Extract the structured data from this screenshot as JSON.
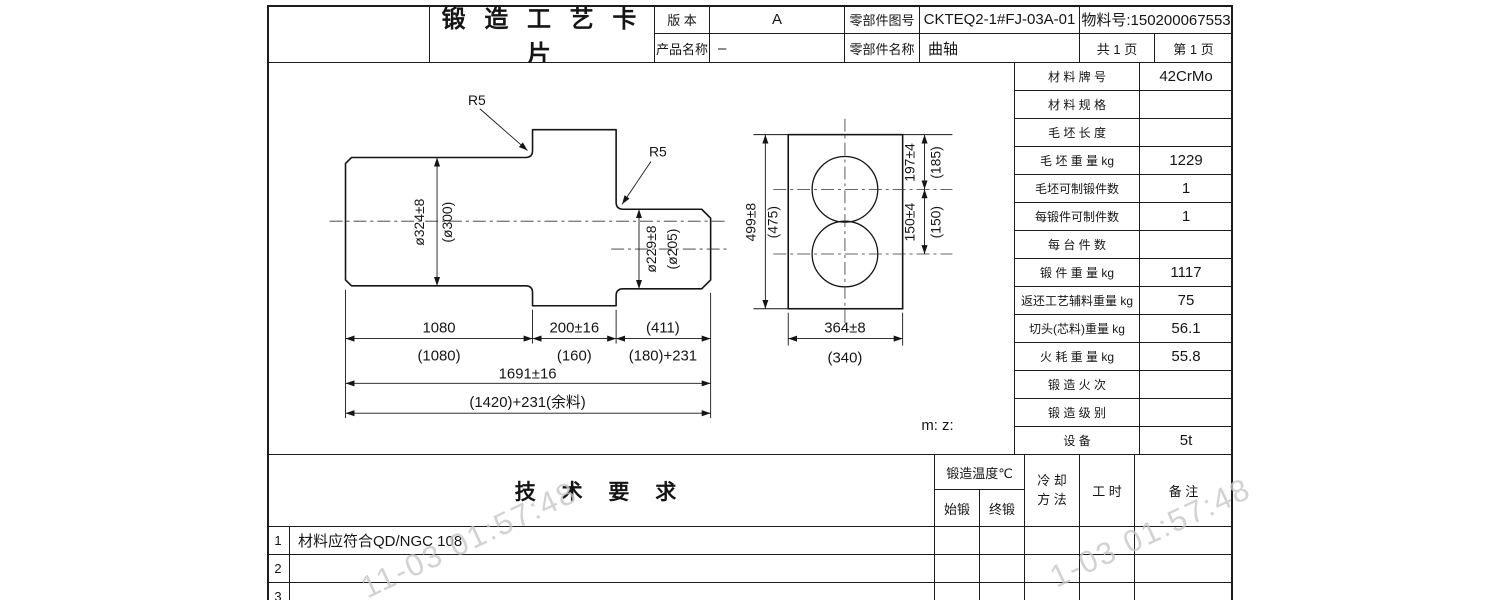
{
  "header": {
    "title": "锻 造 工 艺 卡 片",
    "version_label": "版 本",
    "version_value": "A",
    "part_drawing_no_label": "零部件图号",
    "part_drawing_no_value": "CKTEQ2-1#FJ-03A-01",
    "material_no": "物料号:150200067553",
    "product_name_label": "产品名称",
    "product_name_value": "–",
    "part_name_label": "零部件名称",
    "part_name_value": "曲轴",
    "total_pages": "共 1 页",
    "page_number": "第 1 页"
  },
  "spec_table": {
    "rows": [
      {
        "label": "材 料 牌 号",
        "value": "42CrMo"
      },
      {
        "label": "材 料 规 格",
        "value": ""
      },
      {
        "label": "毛 坯 长 度",
        "value": ""
      },
      {
        "label": "毛 坯 重 量 kg",
        "value": "1229"
      },
      {
        "label": "毛坯可制锻件数",
        "value": "1"
      },
      {
        "label": "每锻件可制件数",
        "value": "1"
      },
      {
        "label": "每 台 件 数",
        "value": ""
      },
      {
        "label": "锻 件 重 量 kg",
        "value": "1117"
      },
      {
        "label": "返还工艺辅料重量 kg",
        "value": "75"
      },
      {
        "label": "切头(芯料)重量 kg",
        "value": "56.1"
      },
      {
        "label": "火 耗 重 量 kg",
        "value": "55.8"
      },
      {
        "label": "锻 造 火 次",
        "value": ""
      },
      {
        "label": "锻 造 级 别",
        "value": ""
      },
      {
        "label": "设 备",
        "value": "5t"
      }
    ]
  },
  "drawing": {
    "fillet_left": "R5",
    "fillet_right": "R5",
    "dia_main": "ø324±8",
    "dia_main_ref": "(ø300)",
    "dia_pin": "ø229±8",
    "dia_pin_ref": "(ø205)",
    "len_main": "1080",
    "len_main_ref": "(1080)",
    "len_flange": "200±16",
    "len_flange_ref": "(160)",
    "len_pin": "(411)",
    "len_pin_ref": "(180)+231",
    "len_total": "1691±16",
    "len_total_ref": "(1420)+231(余料)",
    "end_height": "499±8",
    "end_height_ref": "(475)",
    "offset_top": "197±4",
    "offset_top_ref": "(185)",
    "offset_pin": "150±4",
    "offset_pin_ref": "(150)",
    "end_width": "364±8",
    "end_width_ref": "(340)",
    "note_mz": "m:  z:"
  },
  "tech_section": {
    "title": "技 术 要 求",
    "forging_temp_label": "锻造温度℃",
    "start_forging": "始锻",
    "final_forging": "终锻",
    "cooling_line1": "冷 却",
    "cooling_line2": "方 法",
    "work_hours": "工 时",
    "remarks": "备 注",
    "rows": [
      {
        "no": "1",
        "text": "材料应符合QD/NGC 108"
      },
      {
        "no": "2",
        "text": ""
      },
      {
        "no": "3",
        "text": ""
      }
    ]
  },
  "watermarks": {
    "left": "11-03 01:57:48",
    "right": "1-03 01:57:48"
  }
}
